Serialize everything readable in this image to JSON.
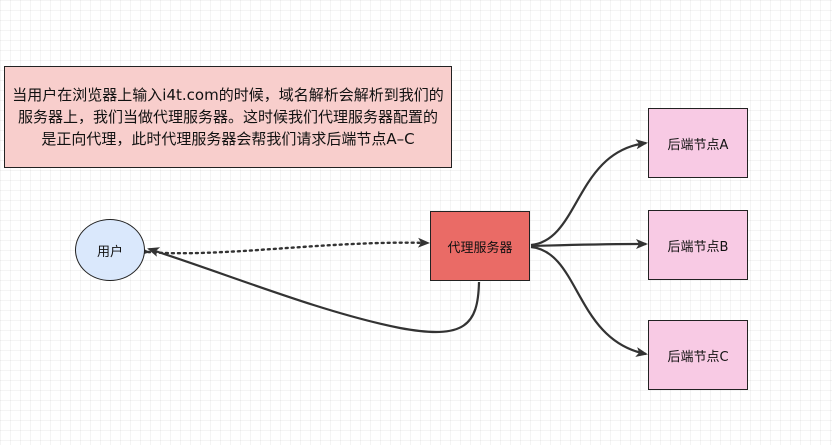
{
  "note": {
    "text": "当用户在浏览器上输入i4t.com的时候，域名解析会解析到我们的服务器上，我们当做代理服务器。这时候我们代理服务器配置的是正向代理，此时代理服务器会帮我们请求后端节点A–C"
  },
  "nodes": {
    "user": "用户",
    "proxy": "代理服务器",
    "backend_a": "后端节点A",
    "backend_b": "后端节点B",
    "backend_c": "后端节点C"
  },
  "colors": {
    "note_fill": "#f8cecc",
    "user_fill": "#dae8fc",
    "proxy_fill": "#ea6b66",
    "backend_fill": "#f8cae4",
    "edge": "#333333"
  }
}
